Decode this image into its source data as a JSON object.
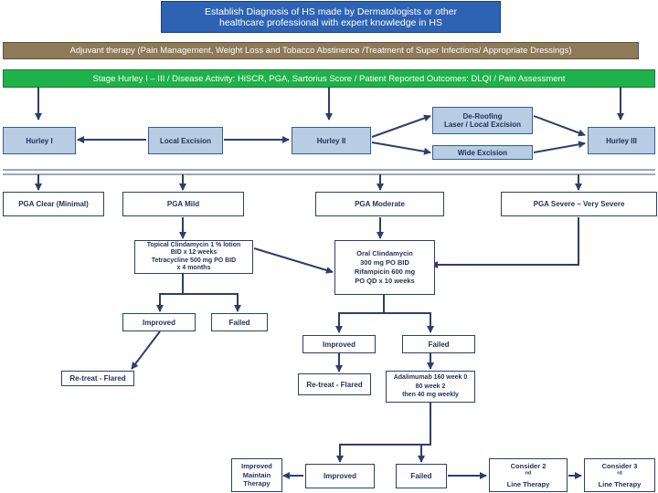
{
  "header": {
    "line1": "Establish Diagnosis of HS made by Dermatologists or other",
    "line2": "healthcare professional with expert knowledge in HS"
  },
  "adjuvant": "Adjuvant therapy (Pain Management, Weight Loss and Tobacco Abstinence /Treatment of Super Infections/ Appropriate Dressings)",
  "staging": "Stage Hurley I – III / Disease Activity: HiSCR, PGA, Sartorius Score / Patient Reported Outcomes: DLQI / Pain Assessment",
  "hurley": {
    "h1": "Hurley I",
    "local_excision": "Local Excision",
    "h2": "Hurley II",
    "deroofing": [
      "De-Roofing",
      "Laser / Local Excision"
    ],
    "wide_excision": "Wide Excision",
    "h3": "Hurley III"
  },
  "pga": {
    "clear": "PGA Clear (Minimal)",
    "mild": "PGA Mild",
    "moderate": "PGA Moderate",
    "severe": "PGA  Severe – Very Severe"
  },
  "topical": [
    "Topical Clindamycin 1 % lotion",
    "BID x 12 weeks",
    "Tetracycline 500 mg PO BID",
    "x 4 months"
  ],
  "oral": [
    "Oral Clindamycin",
    "300 mg PO BID",
    "Rifampicin 600 mg",
    "PO QD x 10 weeks"
  ],
  "left_branch": {
    "improved": "Improved",
    "failed": "Failed",
    "retreat": "Re-treat - Flared"
  },
  "mid_branch": {
    "improved": "Improved",
    "failed": "Failed",
    "retreat": "Re-treat - Flared"
  },
  "adalimumab": [
    "Adalimumab 160 week 0",
    "80 week 2",
    "then 40 mg weekly"
  ],
  "bottom": {
    "maintain": [
      "Improved",
      "Maintain",
      "Therapy"
    ],
    "improved": "Improved",
    "failed": "Failed",
    "second_line": [
      "Consider 2",
      "nd",
      "Line Therapy"
    ],
    "third_line": [
      "Consider 3",
      "rd",
      "Line Therapy"
    ]
  }
}
